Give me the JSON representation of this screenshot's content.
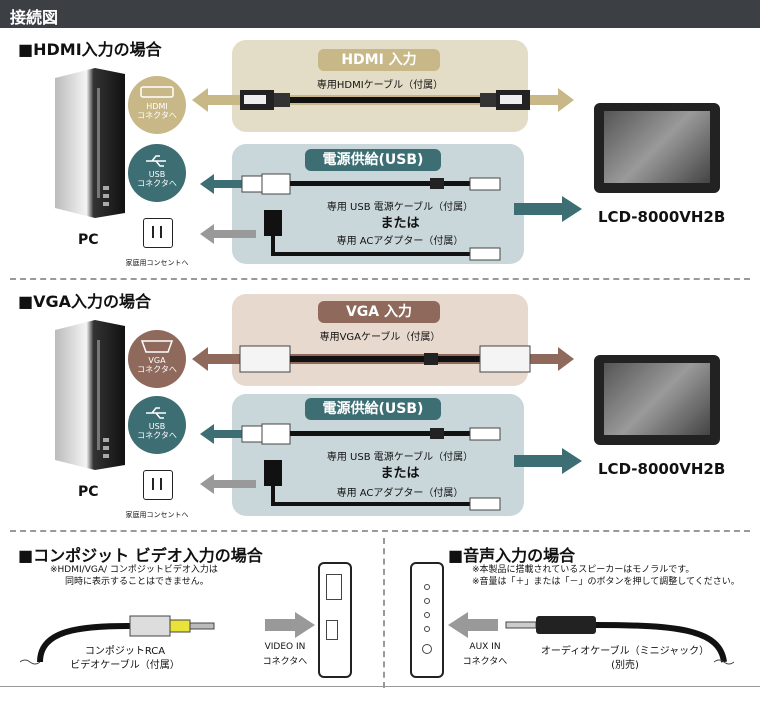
{
  "header": {
    "title": "接続図"
  },
  "hdmi_section": {
    "title": "■HDMI入力の場合",
    "input_pill": "HDMI 入力",
    "cable_label": "専用HDMIケーブル（付属）",
    "port_label_1": "HDMI",
    "port_label_2": "コネクタへ",
    "usb_port_1": "USB",
    "usb_port_2": "コネクタへ",
    "power_pill": "電源供給(USB)",
    "usb_cable_label": "専用 USB 電源ケーブル（付属）",
    "or_label": "または",
    "ac_label": "専用 ACアダプター（付属）",
    "pc_label": "PC",
    "outlet_label": "家庭用コンセントへ",
    "monitor_label": "LCD-8000VH2B"
  },
  "vga_section": {
    "title": "■VGA入力の場合",
    "input_pill": "VGA 入力",
    "cable_label": "専用VGAケーブル（付属）",
    "port_label_1": "VGA",
    "port_label_2": "コネクタへ",
    "usb_port_1": "USB",
    "usb_port_2": "コネクタへ",
    "power_pill": "電源供給(USB)",
    "usb_cable_label": "専用 USB 電源ケーブル（付属）",
    "or_label": "または",
    "ac_label": "専用 ACアダプター（付属）",
    "pc_label": "PC",
    "outlet_label": "家庭用コンセントへ",
    "monitor_label": "LCD-8000VH2B"
  },
  "composite_section": {
    "title": "■コンポジット ビデオ入力の場合",
    "note_1": "※HDMI/VGA/ コンポジットビデオ入力は",
    "note_2": "同時に表示することはできません。",
    "cable_label_1": "コンポジットRCA",
    "cable_label_2": "ビデオケーブル（付属）",
    "port_label_1": "VIDEO IN",
    "port_label_2": "コネクタへ"
  },
  "audio_section": {
    "title": "■音声入力の場合",
    "note_1": "※本製品に搭載されているスピーカーはモノラルです。",
    "note_2": "※音量は「＋」または「－」のボタンを押して調整してください。",
    "port_label_1": "AUX IN",
    "port_label_2": "コネクタへ",
    "cable_label_1": "オーディオケーブル（ミニジャック）",
    "cable_label_2": "(別売)"
  },
  "colors": {
    "hdmi": "#c8b887",
    "vga": "#8f6a5c",
    "usb": "#3d6e74",
    "usb_panel": "#c9d7db",
    "hdmi_panel": "#e3dcc6",
    "vga_panel": "#e8d9cf"
  }
}
